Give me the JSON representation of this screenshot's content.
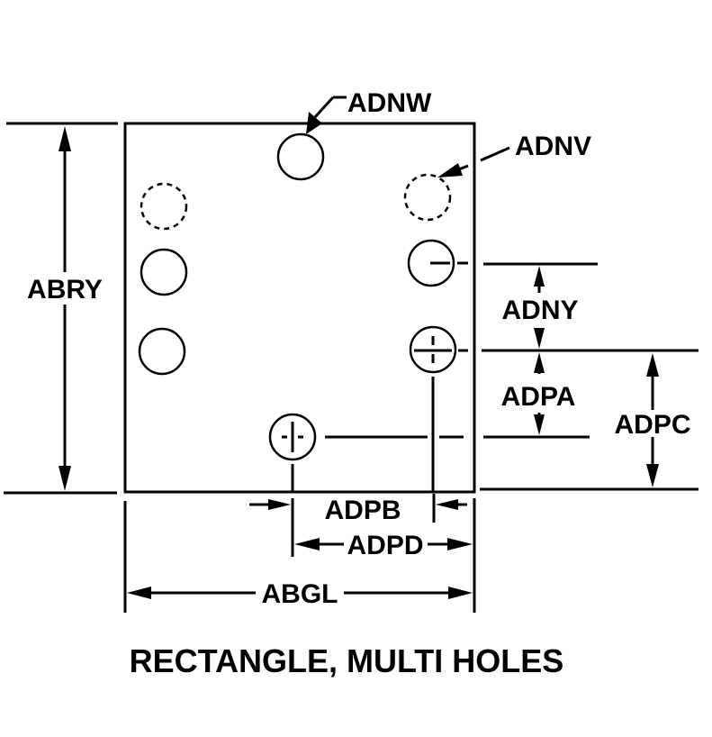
{
  "title": "RECTANGLE, MULTI HOLES",
  "labels": {
    "abry": "ABRY",
    "adnw": "ADNW",
    "adnv": "ADNV",
    "adny": "ADNY",
    "adpa": "ADPA",
    "adpc": "ADPC",
    "adpb": "ADPB",
    "adpd": "ADPD",
    "abgl": "ABGL"
  },
  "colors": {
    "line": "#000000",
    "background": "#ffffff"
  }
}
